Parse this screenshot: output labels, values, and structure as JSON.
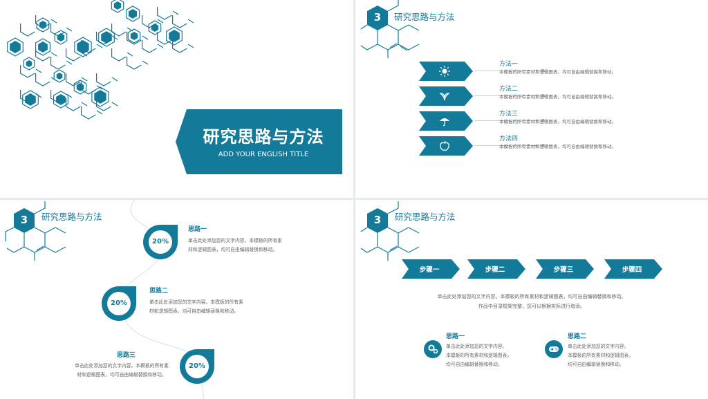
{
  "slide1": {
    "title": "研究思路与方法",
    "subtitle": "ADD YOUR ENGLISH TITLE"
  },
  "section": {
    "number": "3",
    "title": "研究思路与方法"
  },
  "slide2": {
    "methods": [
      {
        "title": "方法一",
        "desc": "本模板的所有素材和逻辑图表，均可自由编辑替换和移动。",
        "icon": "sun-icon"
      },
      {
        "title": "方法二",
        "desc": "本模板的所有素材和逻辑图表，均可自由编辑替换和移动。",
        "icon": "leaf-icon"
      },
      {
        "title": "方法三",
        "desc": "本模板的所有素材和逻辑图表，均可自由编辑替换和移动。",
        "icon": "umbrella-icon"
      },
      {
        "title": "方法四",
        "desc": "本模板的所有素材和逻辑图表，均可自由编辑替换和移动。",
        "icon": "apple-icon"
      }
    ]
  },
  "slide3": {
    "ideas": [
      {
        "title": "思路一",
        "percent": "20%",
        "desc_line1": "单击此处添加您的文字内容。本模板的所有素",
        "desc_line2": "材和逻辑图表，均可自由编辑替换和移动。"
      },
      {
        "title": "思路二",
        "percent": "20%",
        "desc_line1": "单击此处添加您的文字内容。本模板的所有素",
        "desc_line2": "材和逻辑图表，均可自由编辑替换和移动。"
      },
      {
        "title": "思路三",
        "percent": "20%",
        "desc_line1": "单击此处添加您的文字内容。本模板的所有素",
        "desc_line2": "材和逻辑图表，均可自由编辑替换和移动。"
      }
    ]
  },
  "slide4": {
    "steps": [
      "步骤一",
      "步骤二",
      "步骤三",
      "步骤四"
    ],
    "center_line1": "单击此处添加您的文字内容。本模板的所有素材和逻辑图表，均可自由编辑替换和移动。",
    "center_line2": "作品中目录框架完整，您可以根据实际进行增添。",
    "items": [
      {
        "title": "思路一",
        "line1": "单击此处添加您的文字内容。",
        "line2": "本模板的所有素材和逻辑图表，",
        "line3": "均可自由编辑替换和移动。",
        "icon": "gears-icon"
      },
      {
        "title": "思路二",
        "line1": "单击此处添加您的文字内容。",
        "line2": "本模板的所有素材和逻辑图表，",
        "line3": "均可自由编辑替换和移动。",
        "icon": "gamepad-icon"
      }
    ]
  },
  "colors": {
    "accent": "#137a99",
    "text_gray": "#666666",
    "background": "#ffffff"
  }
}
